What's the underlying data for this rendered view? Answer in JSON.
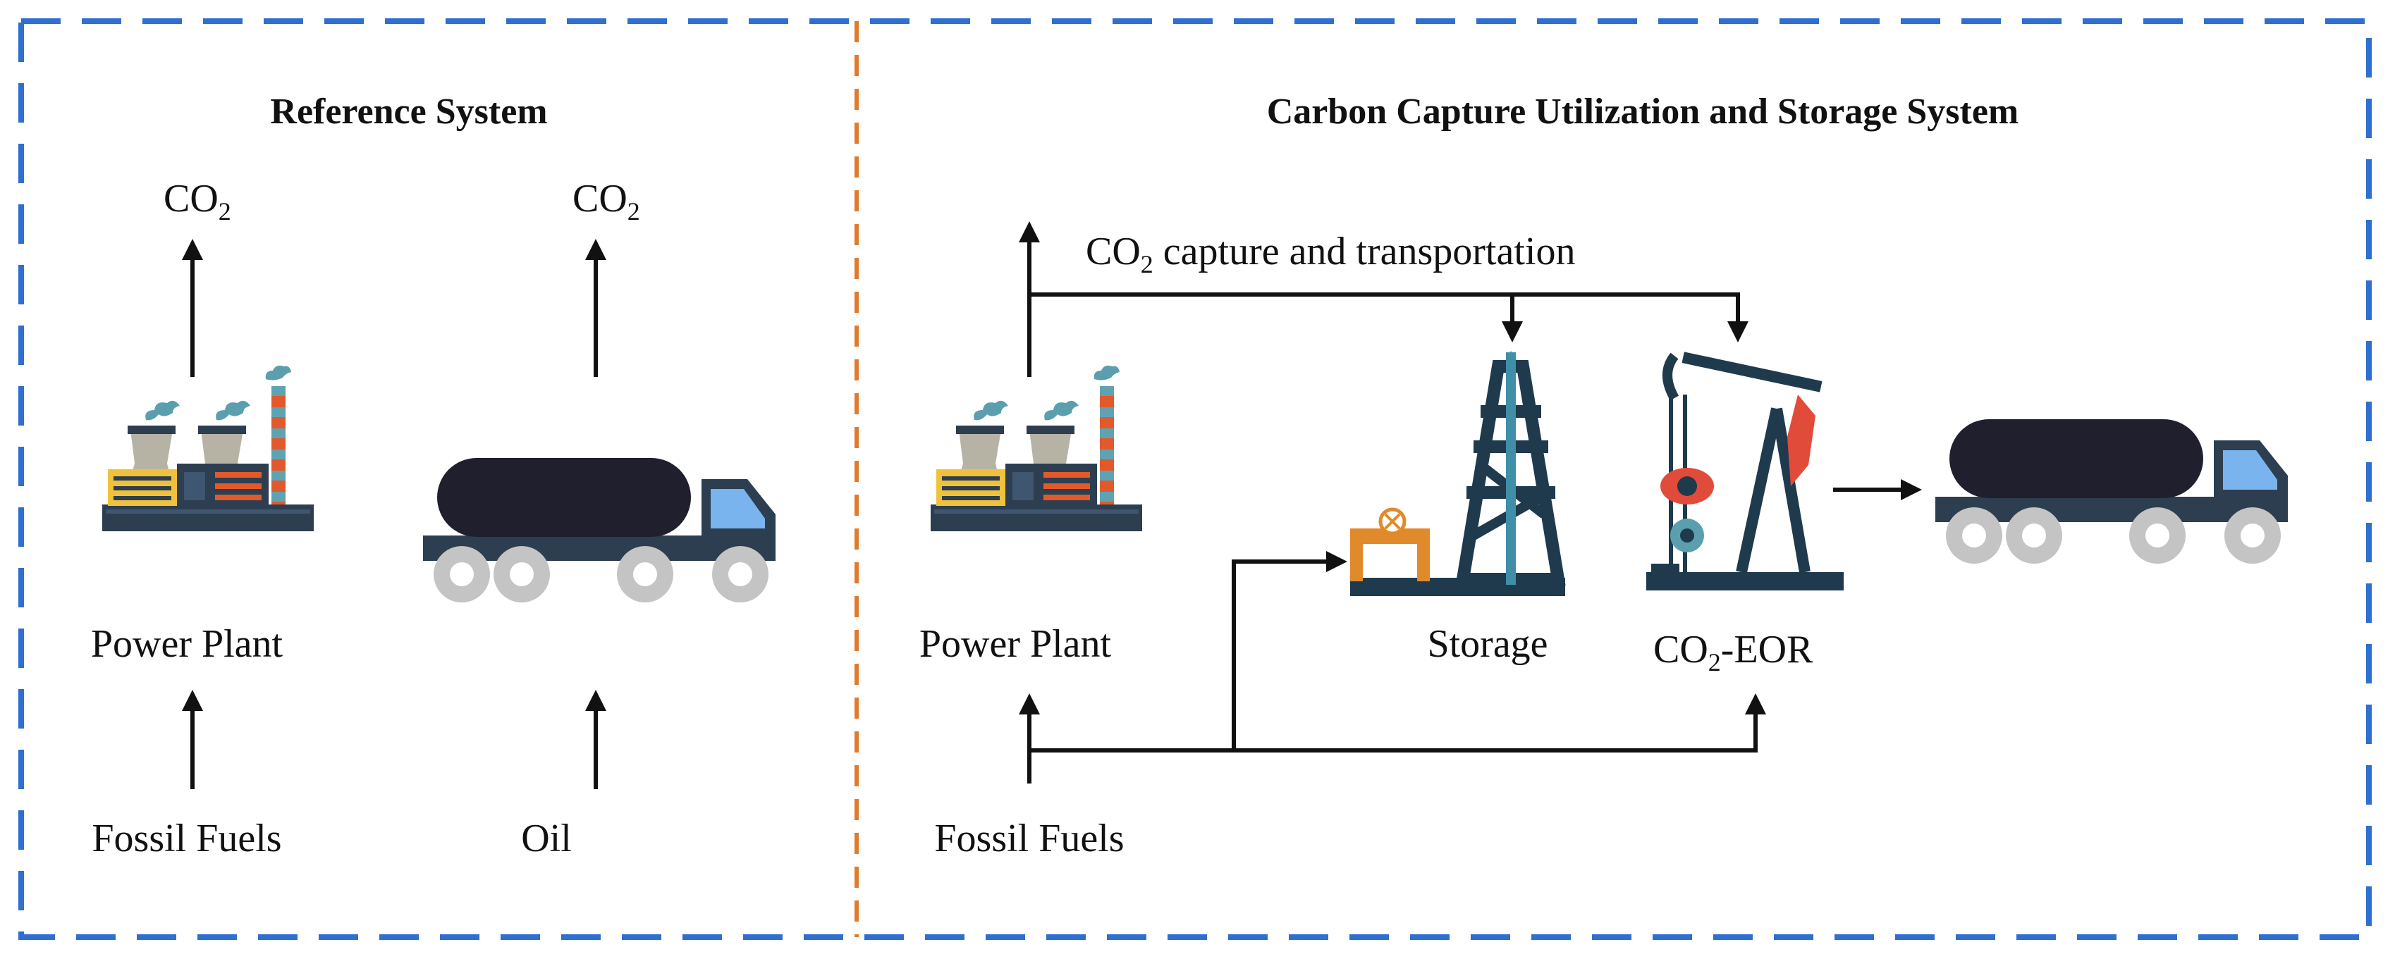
{
  "colors": {
    "frame_blue": "#2e6fd0",
    "divider_orange": "#e07b2e",
    "dark_navy": "#2c3e50",
    "tank_black": "#1f1f2e",
    "cab_light_blue": "#7ab4ee",
    "wheel_grey": "#c4c4c4",
    "stack_red": "#e25a2b",
    "stack_blue": "#5fa3b3",
    "tower_grey": "#b7b3a4",
    "panel_yellow": "#f0c23c",
    "panel_red": "#e25a2b",
    "smoke_teal": "#5b9fae",
    "pipe_orange": "#e08a2b",
    "derrick_navy": "#1f3a4d",
    "pumpjack_red": "#e14b3a"
  },
  "reference": {
    "title": "Reference System",
    "co2_a": "CO",
    "co2_a_sub": "2",
    "co2_b": "CO",
    "co2_b_sub": "2",
    "power_plant": "Power Plant",
    "fossil_fuels": "Fossil Fuels",
    "oil": "Oil",
    "icons": [
      "power-plant-icon",
      "oil-tanker-truck-icon"
    ]
  },
  "ccus": {
    "title": "Carbon Capture Utilization and Storage System",
    "capture_co": "CO",
    "capture_sub": "2",
    "capture_rest": " capture and transportation",
    "power_plant": "Power Plant",
    "fossil_fuels": "Fossil Fuels",
    "storage": "Storage",
    "eor_co": "CO",
    "eor_sub": "2",
    "eor_rest": "-EOR",
    "icons": [
      "power-plant-icon",
      "storage-derrick-icon",
      "pumpjack-icon",
      "oil-tanker-truck-icon"
    ]
  }
}
